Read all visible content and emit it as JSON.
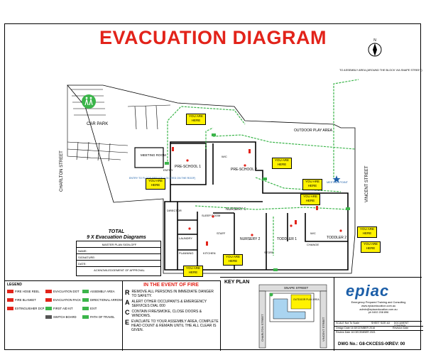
{
  "title": "EVACUATION DIAGRAM",
  "streets": {
    "charlton": "CHARLTON   STREET",
    "vincent": "VINCENT   STREET",
    "snape": "SNAPE   STREET"
  },
  "assembly_note": "TO ASSEMBLY AREA (AROUND THE BLOCK VIA SNAPE STREET)",
  "areas": {
    "car_park": "CAR PARK",
    "outdoor_play": "OUTDOOR PLAY AREA",
    "meeting_room": "MEETING ROOM",
    "entry": "ENTRY",
    "pre_school_1": "PRE-SCHOOL 1",
    "pre_school_2": "PRE-SCHOOL 2",
    "nursery_1": "NURSERY 1",
    "nursery_2": "NURSERY 2",
    "toddler_1": "TODDLER 1",
    "toddler_2": "TODDLER 2",
    "director": "DIRECTOR",
    "sleep_room": "SLEEP ROOM",
    "laundry": "LAUNDRY",
    "staff": "STAFF",
    "kitchen": "KITCHEN",
    "planning": "PLANNING",
    "store": "STORE",
    "wc": "W/C",
    "change": "CHANGE",
    "meeting_point": "MEETING POINT",
    "refuge": "ENTRY TO FLOOD REFUGE (LOCATED ON THE ROOF)"
  },
  "you_are_here": "YOU ARE HERE",
  "total": {
    "line1": "TOTAL",
    "line2": "9 X Evacuation Diagrams"
  },
  "signoff": {
    "header": "MASTER PLAN SIGN-OFF",
    "name": "NAME:",
    "signature": "SIGNATURE:",
    "date": "DATE:",
    "ack": "ACKNOWLEDGEMENT OF APPROVAL"
  },
  "legend": {
    "title": "LEGEND",
    "items": [
      {
        "label": "FIRE HOSE REEL",
        "color": "#e2231a"
      },
      {
        "label": "EVACUATION DOT",
        "color": "#e2231a"
      },
      {
        "label": "ASSEMBLY AREA",
        "color": "#3bb54a"
      },
      {
        "label": "FIRE BLANKET",
        "color": "#e2231a"
      },
      {
        "label": "EVACUATION PACK",
        "color": "#e2231a"
      },
      {
        "label": "DIRECTIONAL ARROW",
        "color": "#3bb54a"
      },
      {
        "label": "EXTINGUISHER DCP",
        "color": "#e2231a"
      },
      {
        "label": "FIRST AID KIT",
        "color": "#3bb54a"
      },
      {
        "label": "SWITCH BOARD",
        "color": "#555555"
      },
      {
        "label": "EXIT",
        "color": "#3bb54a"
      },
      {
        "label": "PATH OF TRAVEL",
        "color": "#3bb54a"
      }
    ]
  },
  "fire": {
    "title": "IN THE EVENT OF FIRE",
    "steps": [
      {
        "letter": "R",
        "text": "REMOVE ALL PERSONS IN IMMEDIATE DANGER TO SAFETY."
      },
      {
        "letter": "A",
        "text": "ALERT OTHER OCCUPANTS & EMERGENCY SERVICES DIAL 000"
      },
      {
        "letter": "C",
        "text": "CONTAIN FIRE/SMOKE, CLOSE DOORS & WINDOWS."
      },
      {
        "letter": "E",
        "text": "EVACUATE TO YOUR ASSEMBLY AREA, COMPLETE HEAD COUNT & REMAIN UNTIL THE ALL CLEAR IS GIVEN."
      }
    ]
  },
  "key_plan": {
    "title": "KEY PLAN",
    "label": "OUTDOOR PLAY AREA"
  },
  "company": {
    "logo": "epiac",
    "name": "Emergency Prepared Training and Consulting",
    "web": "www.epiaceducation.com.au",
    "email": "admin@epiaceducation.com.au",
    "phone": "ph 0402 208 896"
  },
  "drawing": {
    "scale": "SCALE Not To Scale",
    "sheet": "SHEET SIZE A3",
    "doc_control": "DOCUMENT CONTROL",
    "design_date": "Design Date 16 DECEMBER 2016",
    "review_date": "Review Date 16 DECEMBER 2021",
    "revision_date": "Revision Date",
    "number": "DWG No.: G8-CKCESS-00",
    "rev": "REV: 00"
  },
  "colors": {
    "title": "#e2231a",
    "route": "#3bb54a",
    "highlight": "#fff200",
    "logo": "#1b5ea8"
  }
}
